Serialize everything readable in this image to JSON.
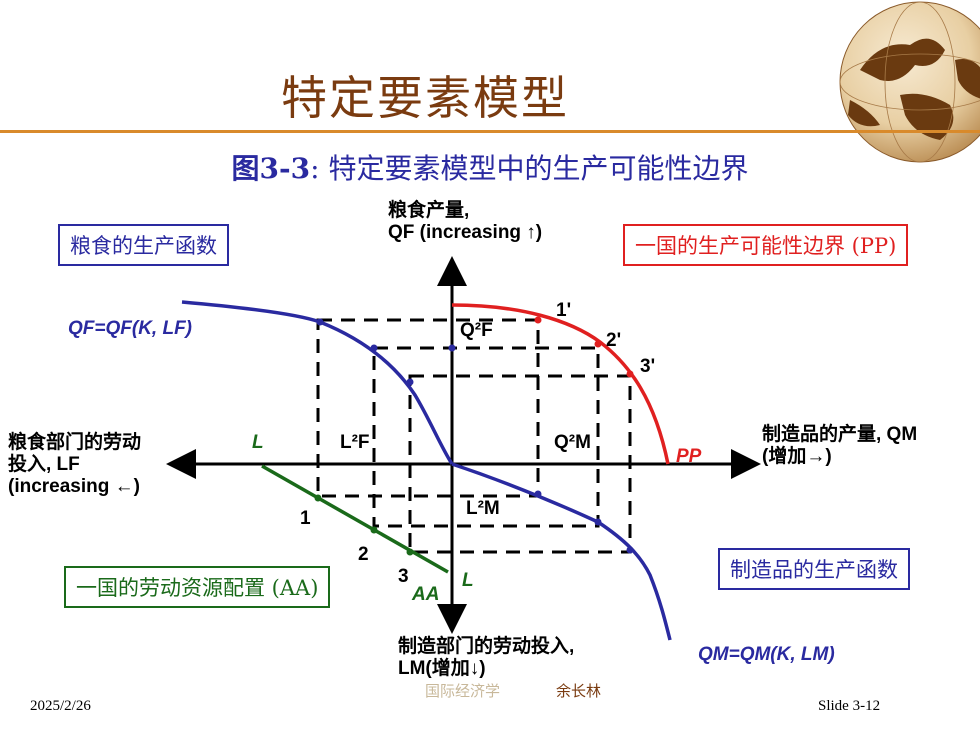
{
  "title": "特定要素模型",
  "subtitle": {
    "fig": "图3-3",
    "text": ": 特定要素模型中的生产可能性边界"
  },
  "boxes": {
    "food_production": "粮食的生产函数",
    "ppf": "一国的生产可能性边界 (PP)",
    "aa": "一国的劳动资源配置 (AA)",
    "manufacture_production": "制造品的生产函数"
  },
  "axes": {
    "top_line1": "粮食产量,",
    "top_line2": "QF (increasing ↑)",
    "right_line1": "制造品的产量, QM",
    "right_line2": "(增加→)",
    "left_line1": "粮食部门的劳动",
    "left_line2": "投入, LF",
    "left_line3": "(increasing ←)",
    "bottom_line1": "制造部门的劳动投入,",
    "bottom_line2": "LM(增加↓)"
  },
  "curves": {
    "food_func": "QF=QF(K, LF)",
    "manu_func": "QM=QM(K, LM)",
    "pp": "PP",
    "aa": "AA",
    "l_left": "L",
    "l_bottom": "L"
  },
  "point_labels": {
    "p1": "1",
    "p2": "2",
    "p3": "3",
    "p1p": "1'",
    "p2p": "2'",
    "p3p": "3'",
    "q2f": "Q²F",
    "q2m": "Q²M",
    "l2f": "L²F",
    "l2m": "L²M"
  },
  "footer": {
    "date": "2025/2/26",
    "overlap": "国际经济学",
    "author": "余长林",
    "slide": "Slide 3-12"
  },
  "colors": {
    "title": "#7a3b10",
    "rule": "#d98a2b",
    "subtitle": "#2a2aa0",
    "blue_curve": "#2a2aa0",
    "red_curve": "#e02020",
    "green_line": "#1a6a1a"
  },
  "icons": [
    "globe-icon"
  ]
}
